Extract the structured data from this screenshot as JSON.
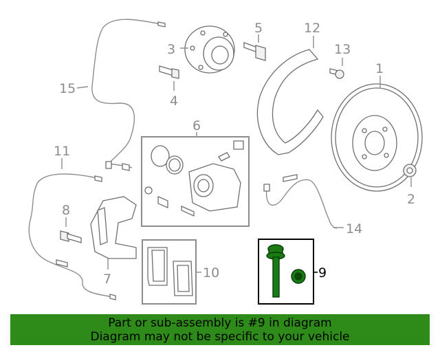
{
  "callouts": {
    "c1": "1",
    "c2": "2",
    "c3": "3",
    "c4": "4",
    "c5": "5",
    "c6": "6",
    "c7": "7",
    "c8": "8",
    "c9": "9",
    "c10": "10",
    "c11": "11",
    "c12": "12",
    "c13": "13",
    "c14": "14",
    "c15": "15"
  },
  "highlight": {
    "part_number": "9",
    "color": "#1a7a14"
  },
  "banner": {
    "line1": "Part or sub-assembly is #9 in diagram",
    "line2": "Diagram may not be specific to your vehicle",
    "background": "#2e8b19"
  }
}
